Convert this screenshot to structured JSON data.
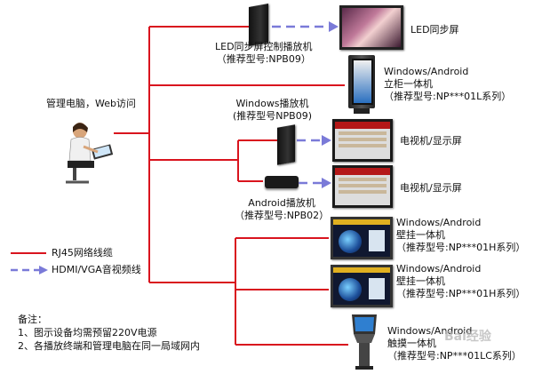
{
  "admin": {
    "label": "管理电脑，Web访问"
  },
  "nodes": {
    "led_player": {
      "line1": "LED同步屏控制播放机",
      "line2": "（推荐型号:NPB09）"
    },
    "led_screen": {
      "label": "LED同步屏"
    },
    "standing_kiosk": {
      "line1": "Windows/Android",
      "line2": "立柜一体机",
      "line3": "（推荐型号:NP***01L系列）"
    },
    "windows_player": {
      "line1": "Windows播放机",
      "line2": "(推荐型号NPB09)"
    },
    "tv1": {
      "label": "电视机/显示屏"
    },
    "tv2": {
      "label": "电视机/显示屏"
    },
    "android_player": {
      "line1": "Android播放机",
      "line2": "（推荐型号:NPB02）"
    },
    "wall1": {
      "line1": "Windows/Android",
      "line2": "壁挂一体机",
      "line3": "（推荐型号:NP***01H系列）"
    },
    "wall2": {
      "line1": "Windows/Android",
      "line2": "壁挂一体机",
      "line3": "（推荐型号:NP***01H系列）"
    },
    "touch_kiosk": {
      "line1": "Windows/Android",
      "line2": "触摸一体机",
      "line3": "（推荐型号:NP***01LC系列）"
    }
  },
  "legend": {
    "rj45": {
      "label": "RJ45网络线缆",
      "color": "#d9141e"
    },
    "hdmi": {
      "label": "HDMI/VGA音视频线",
      "color": "#7a7ad8"
    }
  },
  "notes": {
    "title": "备注：",
    "line1": "1、图示设备均需预留220V电源",
    "line2": "2、各播放终端和管理电脑在同一局域网内"
  },
  "watermark": "Bai经验"
}
